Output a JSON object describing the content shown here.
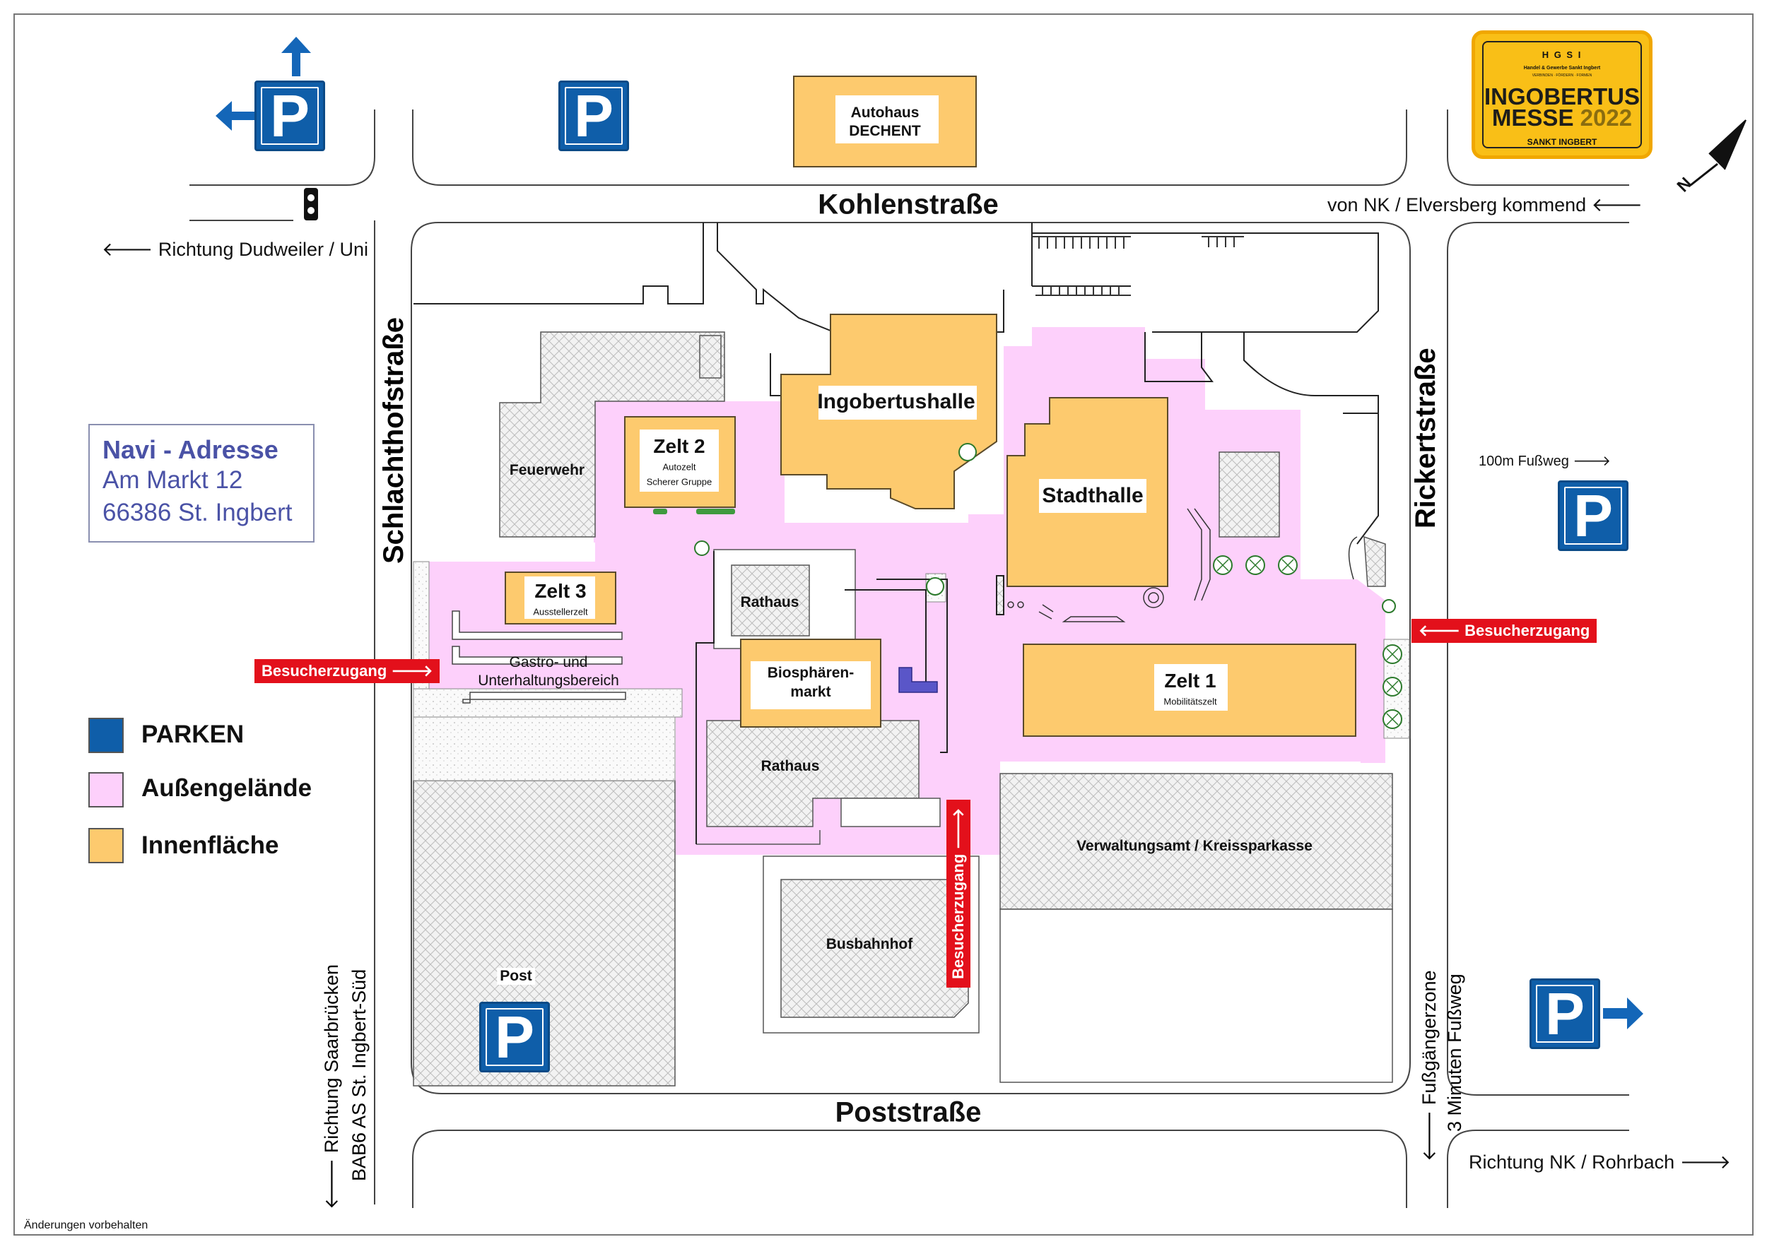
{
  "streets": {
    "kohlen": "Kohlenstraße",
    "post": "Poststraße",
    "schlachthof": "Schlachthofstraße",
    "rickert": "Rickertstraße"
  },
  "directions": {
    "dudweiler": "🡐 Richtung Dudweiler / Uni",
    "nk_elversberg": "von NK / Elversberg kommend 🡐",
    "footpath": "100m Fußweg 🡒",
    "nk_rohrbach": "Richtung NK / Rohrbach 🡒",
    "saarbruecken_1": "🡐 Richtung Saarbrücken",
    "saarbruecken_2": "BAB6 AS St. Ingbert-Süd",
    "fussgaenger_1": "🡐 Fußgängerzone",
    "fussgaenger_2": "3 Minuten Fußweg"
  },
  "visitor_access": {
    "left": "Besucherzugang 🡒",
    "right": "🡐 Besucherzugang",
    "bottom": "Besucherzugang 🡒"
  },
  "navi": {
    "title": "Navi - Adresse",
    "line1": "Am Markt 12",
    "line2": "66386 St. Ingbert"
  },
  "legend": {
    "parking": "PARKEN",
    "outdoor": "Außengelände",
    "indoor": "Innenfläche"
  },
  "buildings": {
    "autohaus_1": "Autohaus",
    "autohaus_2": "DECHENT",
    "ingobertushalle": "Ingobertushalle",
    "stadthalle": "Stadthalle",
    "zelt2": "Zelt 2",
    "zelt2_sub1": "Autozelt",
    "zelt2_sub2": "Scherer Gruppe",
    "zelt3": "Zelt 3",
    "zelt3_sub": "Ausstellerzelt",
    "zelt1": "Zelt 1",
    "zelt1_sub": "Mobilitätszelt",
    "feuerwehr": "Feuerwehr",
    "rathaus_top": "Rathaus",
    "rathaus_bottom": "Rathaus",
    "biosphaeren_1": "Biosphären-",
    "biosphaeren_2": "markt",
    "gastro_1": "Gastro- und",
    "gastro_2": "Unterhaltungsbereich",
    "verwaltung": "Verwaltungsamt / Kreissparkasse",
    "busbahnhof": "Busbahnhof",
    "post": "Post"
  },
  "parking_symbol": "P",
  "logo": {
    "top": "H G S I",
    "sub": "Handel & Gewerbe Sankt Ingbert",
    "tag": "VERBINDEN · FÖRDERN · FORMEN",
    "line1": "INGOBERTUS",
    "line2a": "MESSE",
    "line2b": "2022",
    "bottom": "SANKT INGBERT"
  },
  "north": "N",
  "disclaimer": "Änderungen vorbehalten",
  "colors": {
    "parking": "#0f5ea9",
    "outdoor": "#fdd0fb",
    "indoor": "#fdca6e",
    "indoor_border": "#5a4a2a",
    "access": "#e3101b",
    "logo": "#f9bf17",
    "navi_text": "#4a52a6"
  }
}
